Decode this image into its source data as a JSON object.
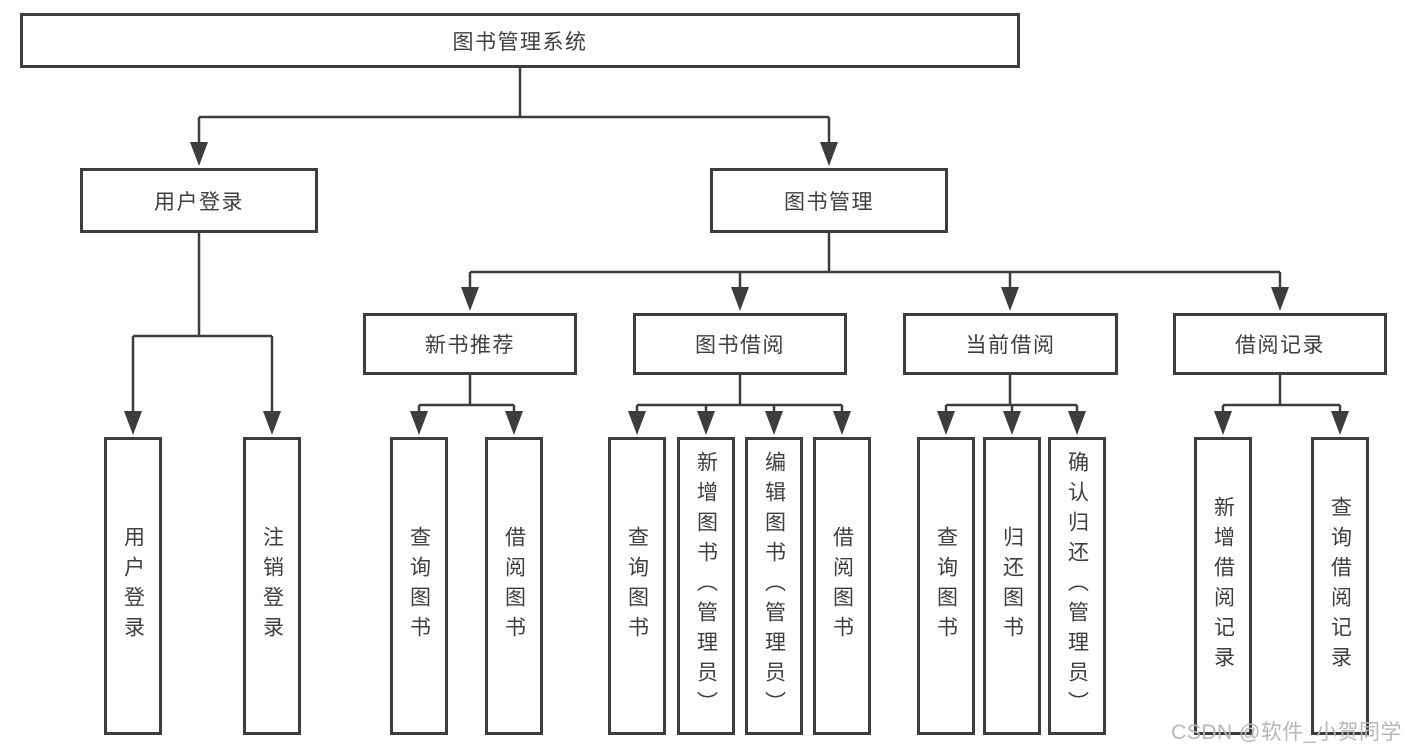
{
  "diagram": {
    "type": "hierarchy-tree",
    "root": {
      "label": "图书管理系统"
    },
    "branches": [
      {
        "label": "用户登录",
        "children": [
          "用户登录",
          "注销登录"
        ]
      },
      {
        "label": "图书管理",
        "children": [
          {
            "label": "新书推荐",
            "children": [
              "查询图书",
              "借阅图书"
            ]
          },
          {
            "label": "图书借阅",
            "children": [
              "查询图书",
              "新增图书（管理员）",
              "编辑图书（管理员）",
              "借阅图书"
            ]
          },
          {
            "label": "当前借阅",
            "children": [
              "查询图书",
              "归还图书",
              "确认归还（管理员）"
            ]
          },
          {
            "label": "借阅记录",
            "children": [
              "新增借阅记录",
              "查询借阅记录"
            ]
          }
        ]
      }
    ]
  },
  "watermark": {
    "text": "CSDN @软件_小贺同学"
  },
  "colors": {
    "line": "#3d3d3d",
    "box_border": "#3d3d3d",
    "text": "#3f3f3f",
    "background": "#ffffff",
    "watermark": "#b4b7bb"
  }
}
